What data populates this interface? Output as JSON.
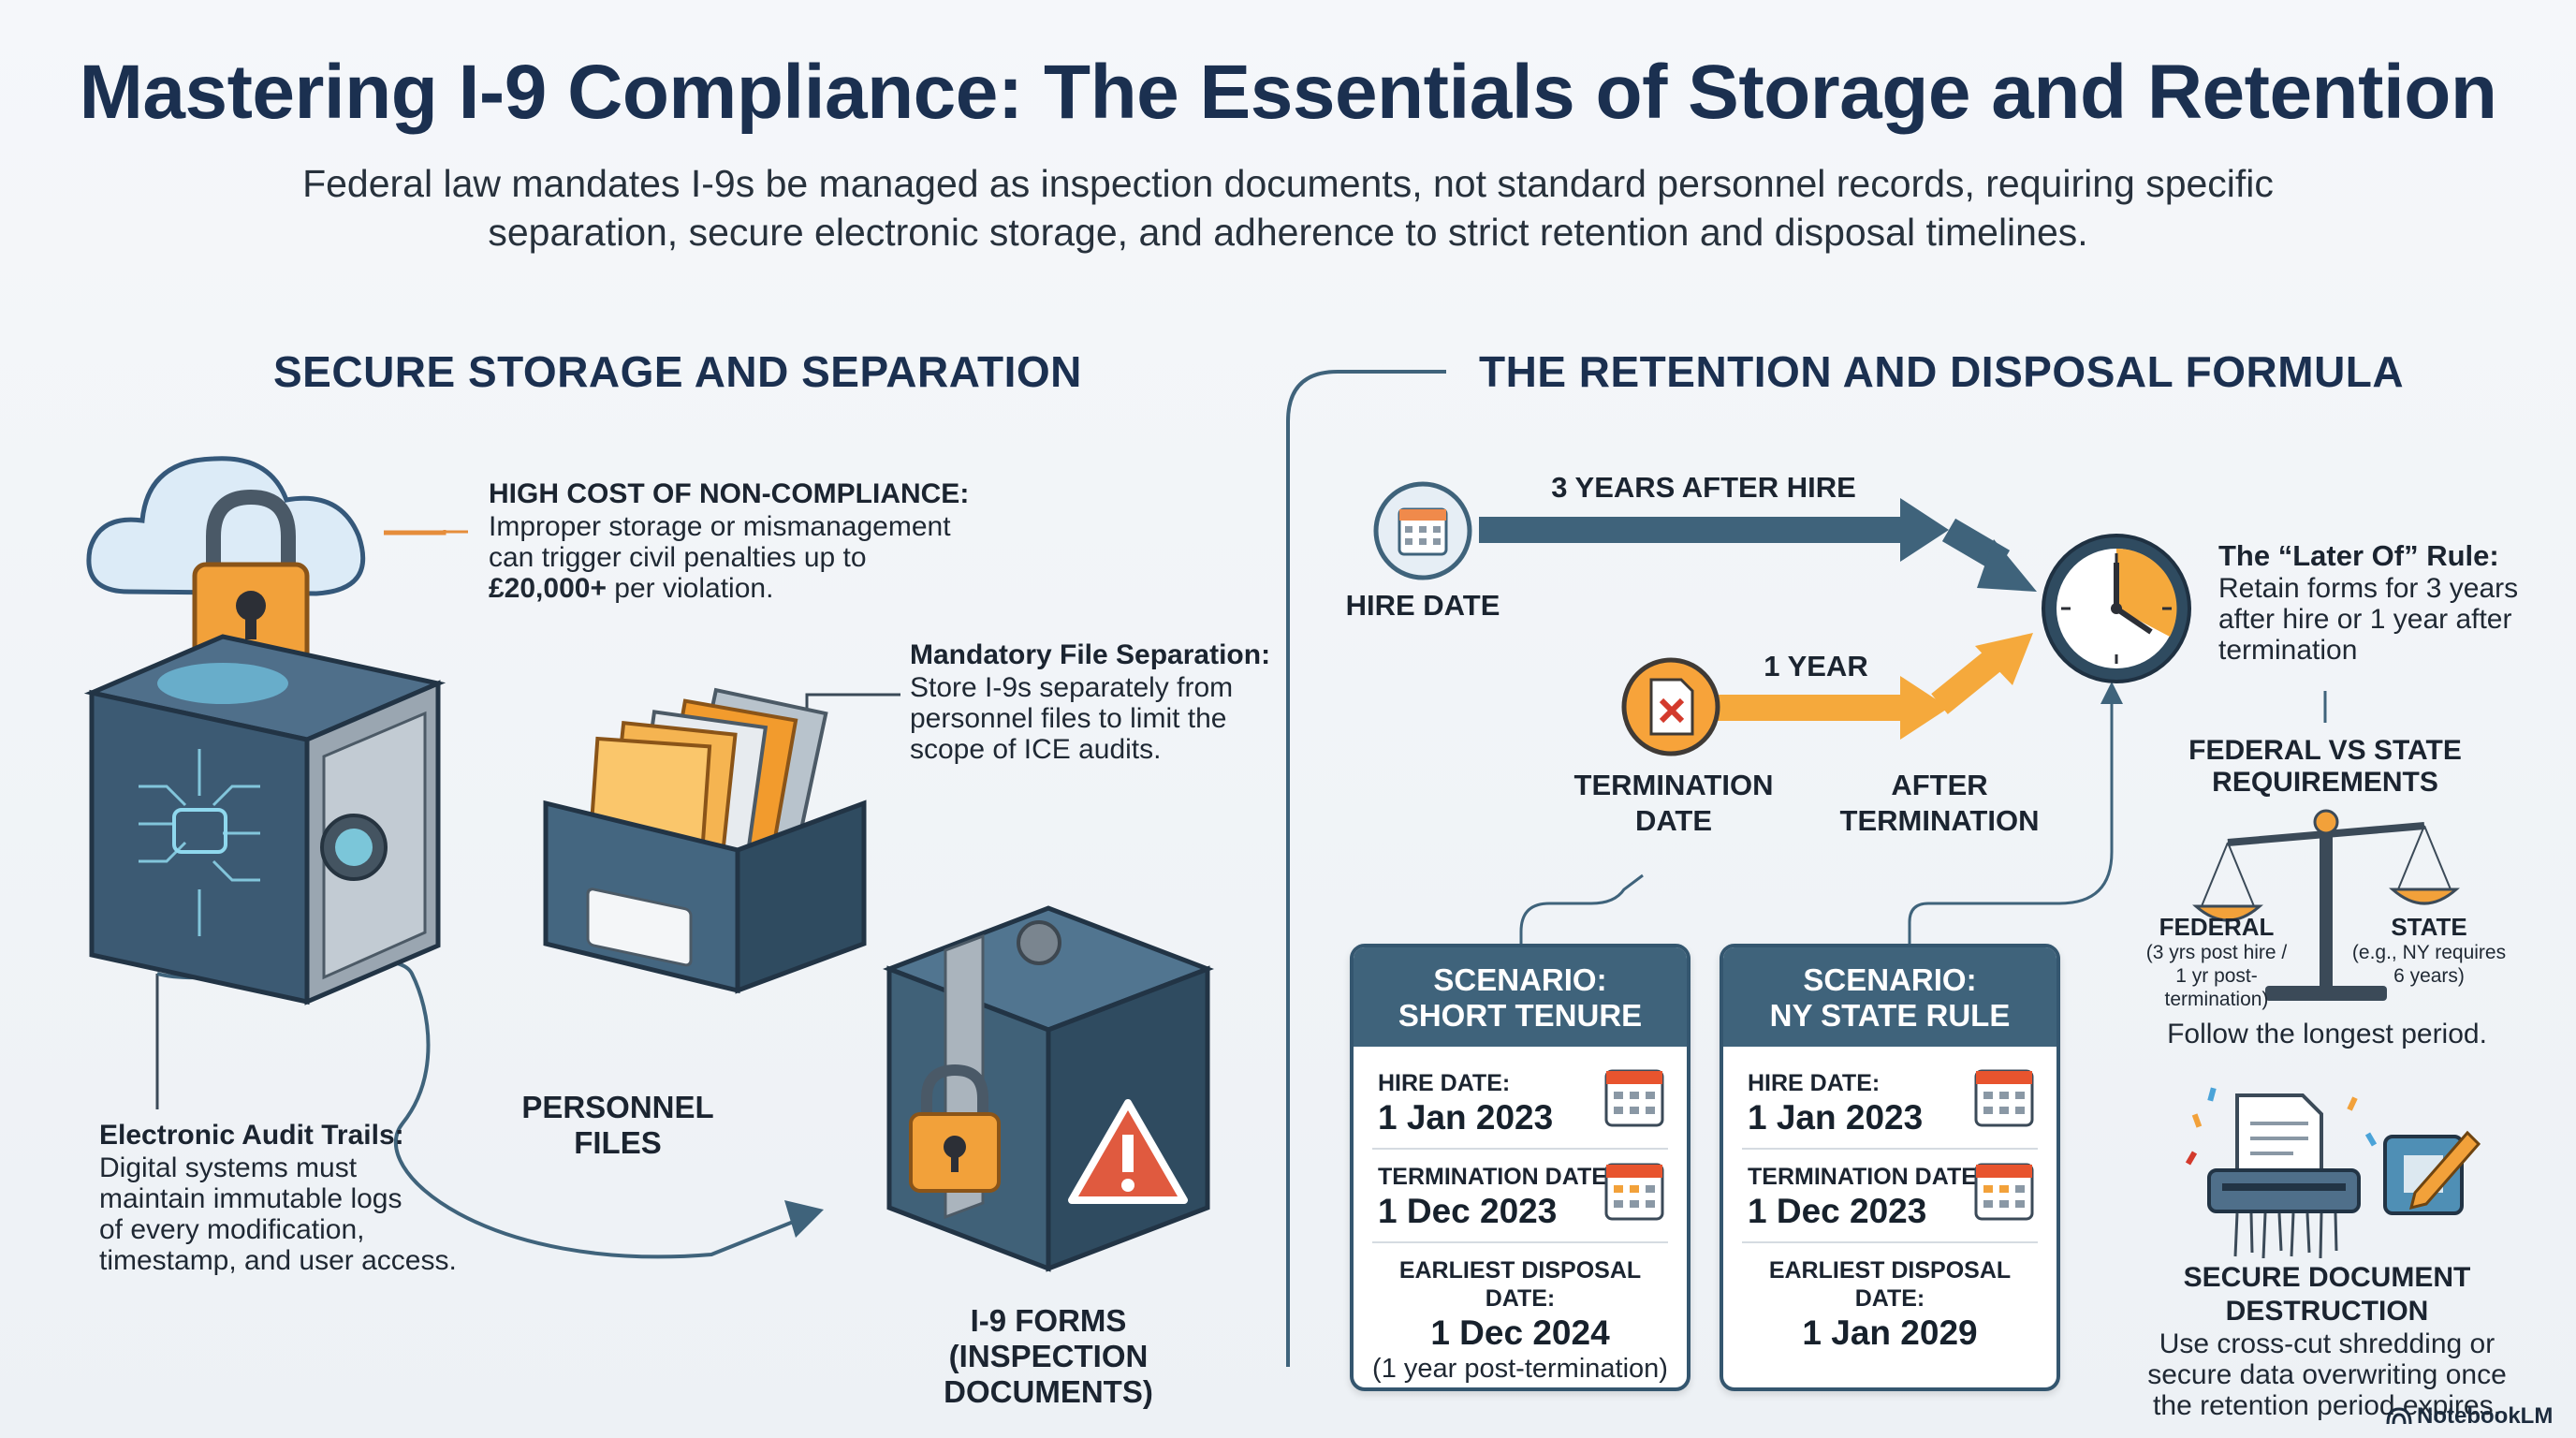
{
  "title": "Mastering I-9 Compliance: The Essentials of Storage and Retention",
  "subtitle": "Federal law mandates I-9s be managed as inspection documents, not standard personnel records, requiring specific separation, secure electronic storage, and adherence to strict retention and disposal timelines.",
  "left_section": {
    "heading": "SECURE STORAGE AND SEPARATION",
    "noncompliance": {
      "heading": "HIGH COST OF NON-COMPLIANCE:",
      "line1": "Improper storage or mismanagement",
      "line2": "can trigger civil penalties up to",
      "amount": "£20,000+",
      "line3_rest": " per violation."
    },
    "separation": {
      "heading": "Mandatory File Separation:",
      "line1": "Store I-9s separately from",
      "line2": "personnel files to limit the",
      "line3": "scope of ICE audits."
    },
    "audit": {
      "heading": "Electronic Audit Trails:",
      "line1": "Digital systems must",
      "line2": "maintain immutable logs",
      "line3": "of every modification,",
      "line4": "timestamp, and user access."
    },
    "personnel_label_1": "PERSONNEL",
    "personnel_label_2": "FILES",
    "i9_label_1": "I-9 FORMS",
    "i9_label_2": "(INSPECTION DOCUMENTS)"
  },
  "right_section": {
    "heading": "THE RETENTION AND DISPOSAL FORMULA",
    "arrow_top_label": "3 YEARS AFTER HIRE",
    "hire_date_label": "HIRE DATE",
    "arrow_bottom_label": "1 YEAR",
    "termination_label_1": "TERMINATION",
    "termination_label_2": "DATE",
    "after_termination_label": "AFTER TERMINATION",
    "later_of": {
      "heading": "The “Later Of” Rule:",
      "line1": "Retain forms for 3 years",
      "line2": "after hire or 1 year after",
      "line3": "termination"
    },
    "fed_state": {
      "heading_1": "FEDERAL VS STATE",
      "heading_2": "REQUIREMENTS",
      "federal_label": "FEDERAL",
      "federal_note_1": "(3 yrs post hire /",
      "federal_note_2": "1 yr post-",
      "federal_note_3": "termination)",
      "state_label": "STATE",
      "state_note_1": "(e.g., NY requires",
      "state_note_2": "6 years)",
      "footer": "Follow the longest period."
    },
    "destruction": {
      "heading": "SECURE DOCUMENT DESTRUCTION",
      "line1": "Use cross-cut shredding or",
      "line2": "secure data overwriting once",
      "line3": "the retention period expires."
    },
    "scenarios": [
      {
        "title_1": "SCENARIO:",
        "title_2": "SHORT TENURE",
        "hire_label": "HIRE DATE:",
        "hire_value": "1 Jan 2023",
        "term_label": "TERMINATION DATE:",
        "term_value": "1 Dec 2023",
        "disposal_label": "EARLIEST DISPOSAL DATE:",
        "disposal_value": "1 Dec 2024",
        "disposal_note": "(1 year post-termination)"
      },
      {
        "title_1": "SCENARIO:",
        "title_2": "NY STATE RULE",
        "hire_label": "HIRE DATE:",
        "hire_value": "1 Jan 2023",
        "term_label": "TERMINATION DATE:",
        "term_value": "1 Dec 2023",
        "disposal_label": "EARLIEST DISPOSAL DATE:",
        "disposal_value": "1 Jan 2029",
        "disposal_note": ""
      }
    ]
  },
  "branding": "NotebookLM",
  "icons": [
    "cloud-icon",
    "padlock-icon",
    "safe-icon",
    "file-box-icon",
    "i9-box-icon",
    "warning-icon",
    "calendar-icon",
    "document-x-icon",
    "clock-icon",
    "scales-icon",
    "shredder-icon",
    "pencil-icon",
    "notebooklm-logo-icon"
  ],
  "colors": {
    "navy": "#1b3050",
    "slate": "#3f637b",
    "orange": "#f29b2d",
    "light_orange": "#f5b451",
    "red": "#d33a2c"
  }
}
